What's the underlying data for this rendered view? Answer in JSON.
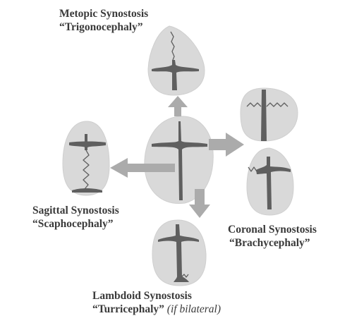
{
  "colors": {
    "skull_fill": "#d9d9d9",
    "skull_edge": "#cfcfcf",
    "suture": "#5f5f5f",
    "arrow": "#ababab",
    "text": "#3a3a3a"
  },
  "labels": {
    "metopic": {
      "name": "Metopic Synostosis",
      "term": "“Trigonocephaly”"
    },
    "sagittal": {
      "name": "Sagittal Synostosis",
      "term": "“Scaphocephaly”"
    },
    "coronal": {
      "name": "Coronal Synostosis",
      "term": "“Brachycephaly”"
    },
    "lambdoid": {
      "name": "Lambdoid Synostosis",
      "term": "“Turricephaly”",
      "note": "(if bilateral)"
    }
  }
}
